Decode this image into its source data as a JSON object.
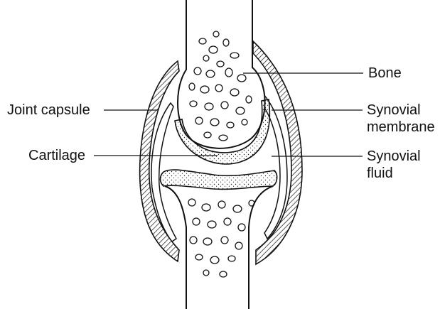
{
  "labels": {
    "bone": "Bone",
    "joint_capsule": "Joint capsule",
    "synovial_membrane_line1": "Synovial",
    "synovial_membrane_line2": "membrane",
    "cartilage": "Cartilage",
    "synovial_fluid_line1": "Synovial",
    "synovial_fluid_line2": "fluid"
  },
  "colors": {
    "line": "#111111",
    "background": "#ffffff"
  }
}
